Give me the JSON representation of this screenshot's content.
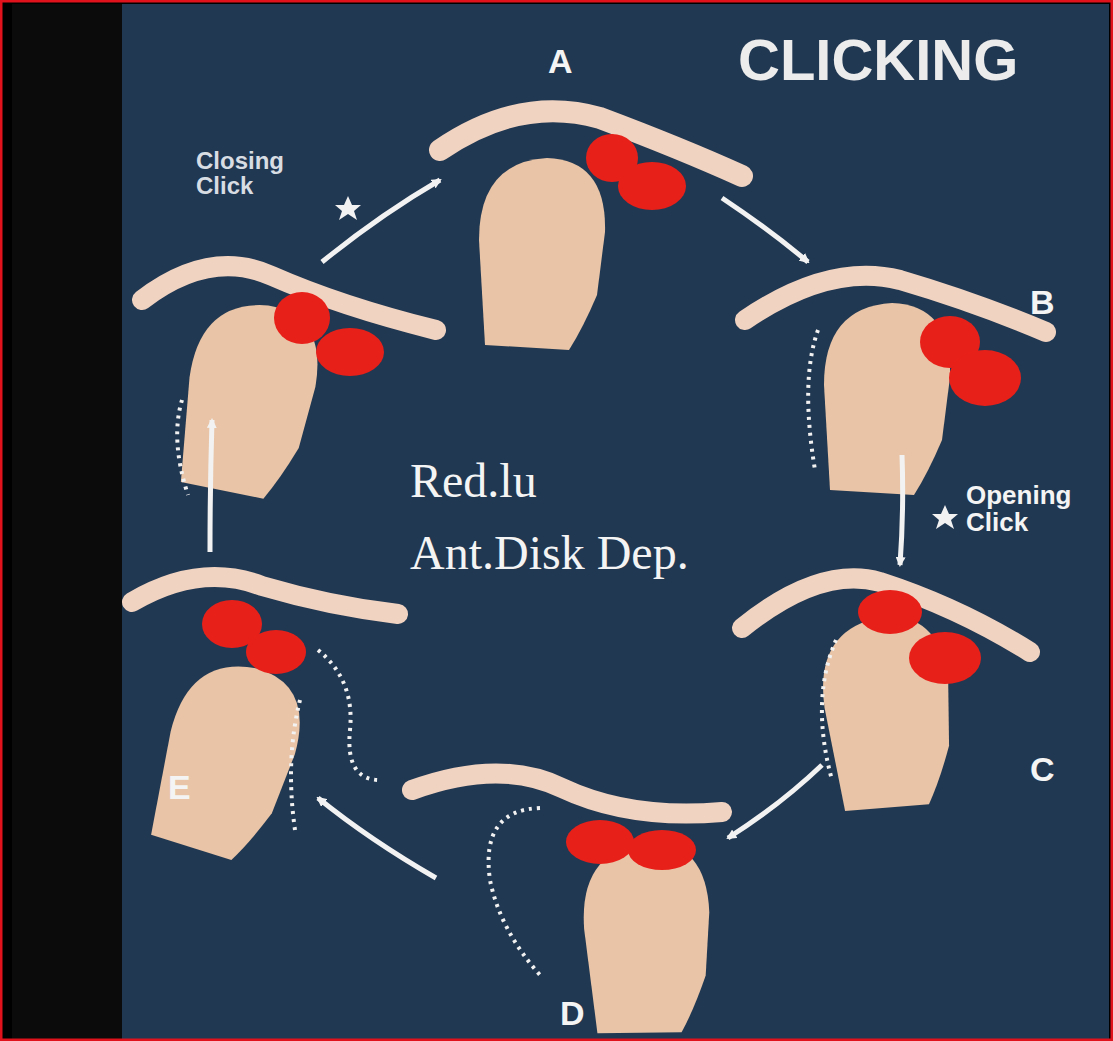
{
  "diagram": {
    "title": "CLICKING",
    "labels": [
      "A",
      "B",
      "C",
      "D",
      "E",
      "Closing Click",
      "Opening Click",
      "Red.lu",
      "Ant.Disk Dep."
    ]
  }
}
